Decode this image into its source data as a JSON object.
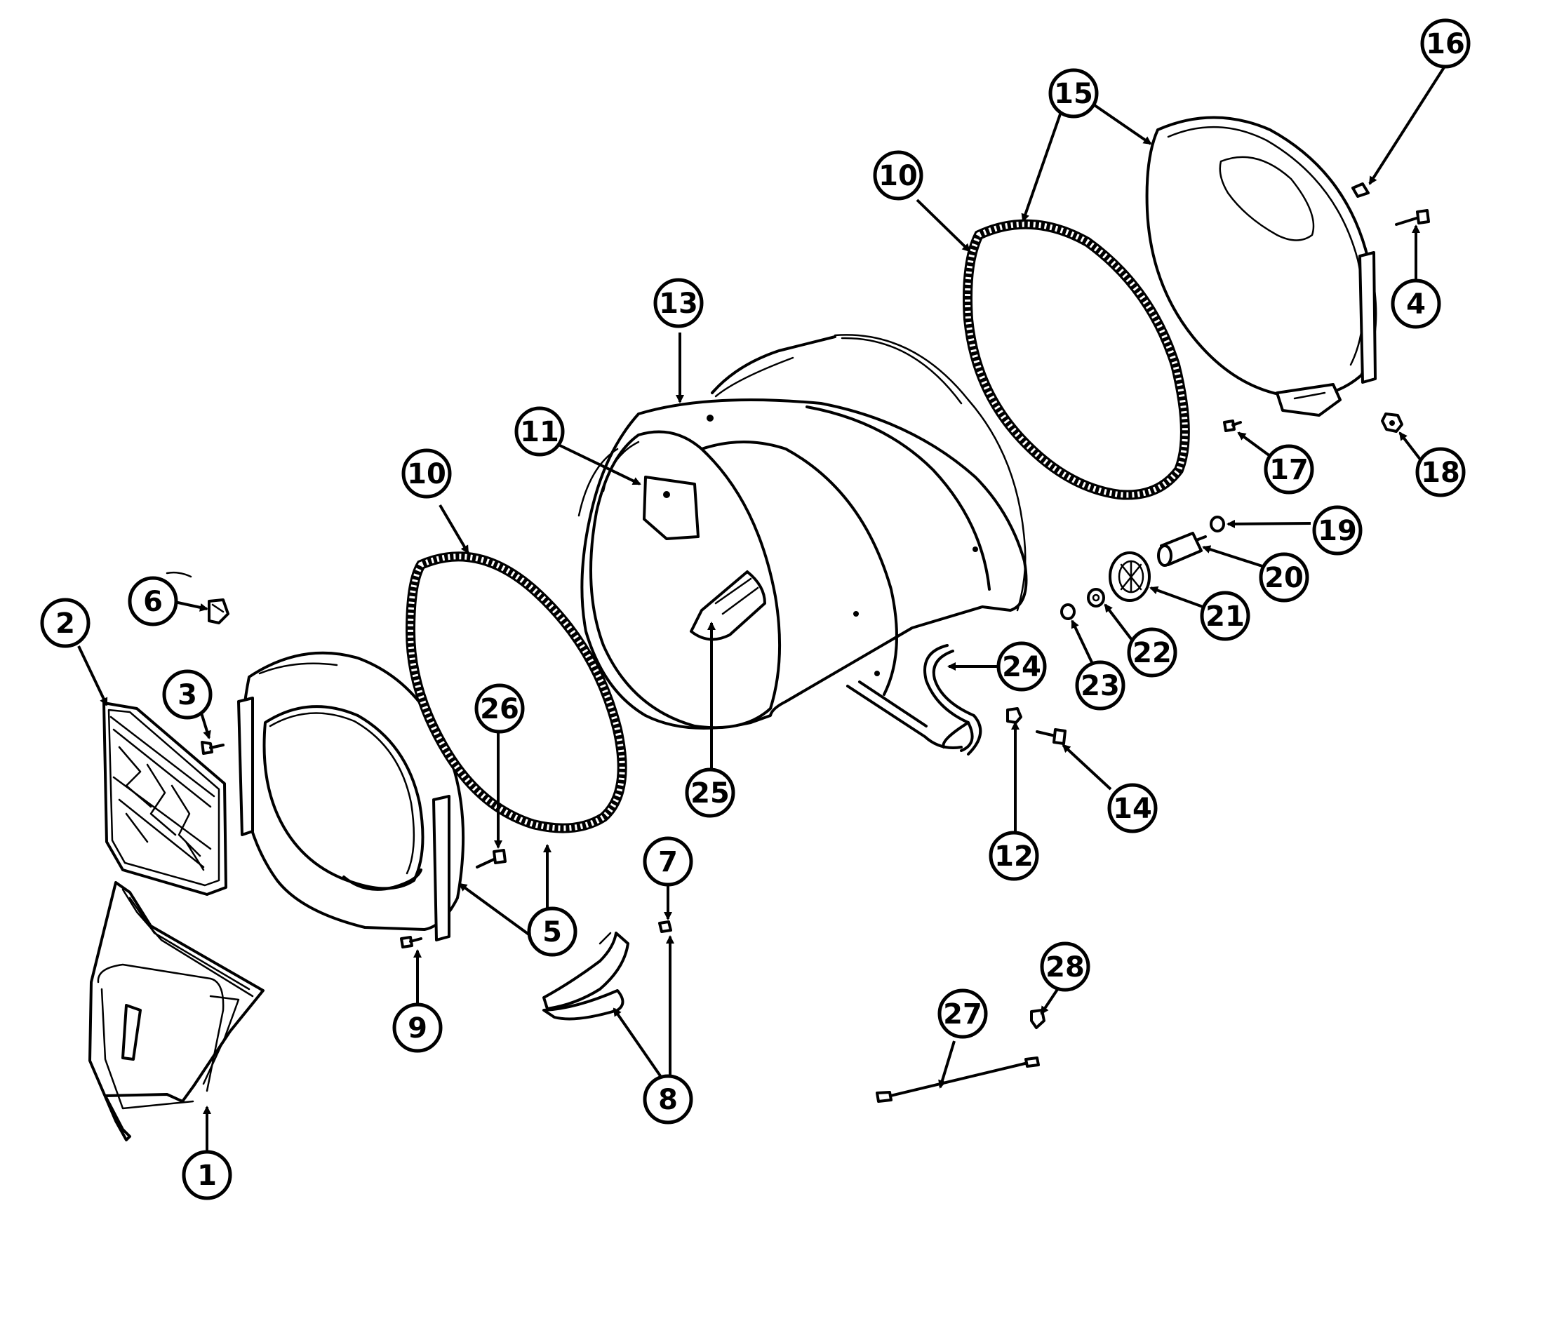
{
  "callouts": [
    {
      "label": "1"
    },
    {
      "label": "2"
    },
    {
      "label": "3"
    },
    {
      "label": "4"
    },
    {
      "label": "5"
    },
    {
      "label": "6"
    },
    {
      "label": "7"
    },
    {
      "label": "8"
    },
    {
      "label": "9"
    },
    {
      "label": "10"
    },
    {
      "label": "10"
    },
    {
      "label": "11"
    },
    {
      "label": "12"
    },
    {
      "label": "13"
    },
    {
      "label": "14"
    },
    {
      "label": "15"
    },
    {
      "label": "16"
    },
    {
      "label": "17"
    },
    {
      "label": "18"
    },
    {
      "label": "19"
    },
    {
      "label": "20"
    },
    {
      "label": "21"
    },
    {
      "label": "22"
    },
    {
      "label": "23"
    },
    {
      "label": "24"
    },
    {
      "label": "25"
    },
    {
      "label": "26"
    },
    {
      "label": "27"
    },
    {
      "label": "28"
    }
  ]
}
